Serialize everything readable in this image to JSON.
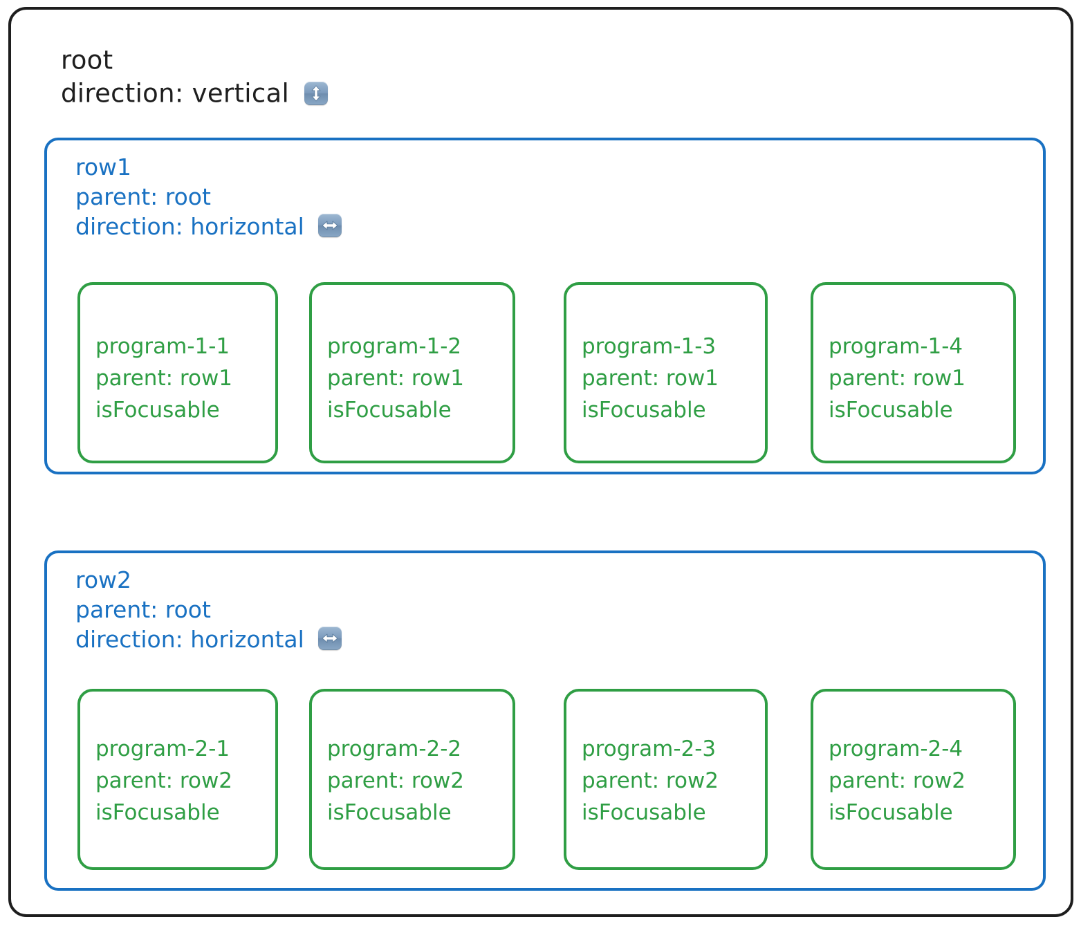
{
  "diagram": {
    "type": "nested-layout-tree",
    "root": {
      "name": "root",
      "direction_label": "direction: vertical",
      "direction": "vertical",
      "direction_icon": "up-down-arrow-icon",
      "border_color": "#1e1e1e"
    },
    "rows": [
      {
        "name": "row1",
        "parent_label": "parent: root",
        "direction_label": "direction: horizontal",
        "direction": "horizontal",
        "direction_icon": "left-right-arrow-icon",
        "border_color": "#1971c2",
        "programs": [
          {
            "name": "program-1-1",
            "parent_label": "parent: row1",
            "focusable_label": "isFocusable"
          },
          {
            "name": "program-1-2",
            "parent_label": "parent: row1",
            "focusable_label": "isFocusable"
          },
          {
            "name": "program-1-3",
            "parent_label": "parent: row1",
            "focusable_label": "isFocusable"
          },
          {
            "name": "program-1-4",
            "parent_label": "parent: row1",
            "focusable_label": "isFocusable"
          }
        ]
      },
      {
        "name": "row2",
        "parent_label": "parent: root",
        "direction_label": "direction: horizontal",
        "direction": "horizontal",
        "direction_icon": "left-right-arrow-icon",
        "border_color": "#1971c2",
        "programs": [
          {
            "name": "program-2-1",
            "parent_label": "parent: row2",
            "focusable_label": "isFocusable"
          },
          {
            "name": "program-2-2",
            "parent_label": "parent: row2",
            "focusable_label": "isFocusable"
          },
          {
            "name": "program-2-3",
            "parent_label": "parent: row2",
            "focusable_label": "isFocusable"
          },
          {
            "name": "program-2-4",
            "parent_label": "parent: row2",
            "focusable_label": "isFocusable"
          }
        ]
      }
    ],
    "colors": {
      "root_border": "#1e1e1e",
      "row_border": "#1971c2",
      "program_border": "#2f9e44",
      "background": "#ffffff",
      "icon_badge": "#7c9bbd"
    }
  }
}
